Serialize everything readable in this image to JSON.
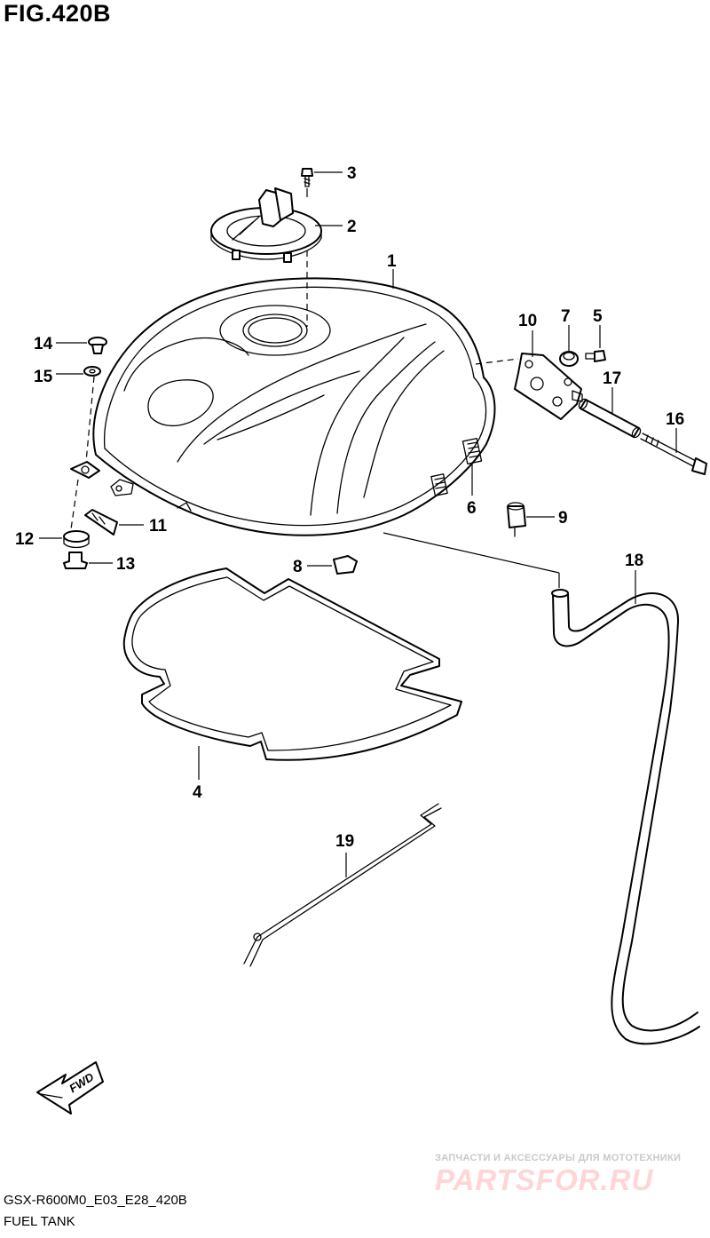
{
  "figure_title": "FIG.420B",
  "model_code": "GSX-R600M0_E03_E28_420B",
  "caption": "FUEL TANK",
  "direction_label": "FWD",
  "watermark": {
    "tagline": "ЗАПЧАСТИ И АКСЕССУАРЫ ДЛЯ МОТОТЕХНИКИ",
    "brand": "PARTSFOR.RU"
  },
  "callouts": [
    "1",
    "2",
    "3",
    "4",
    "5",
    "6",
    "7",
    "8",
    "9",
    "10",
    "11",
    "12",
    "13",
    "14",
    "15",
    "16",
    "17",
    "18",
    "19"
  ],
  "colors": {
    "line": "#000000",
    "background": "#ffffff",
    "watermark": "#ffd5d5"
  }
}
